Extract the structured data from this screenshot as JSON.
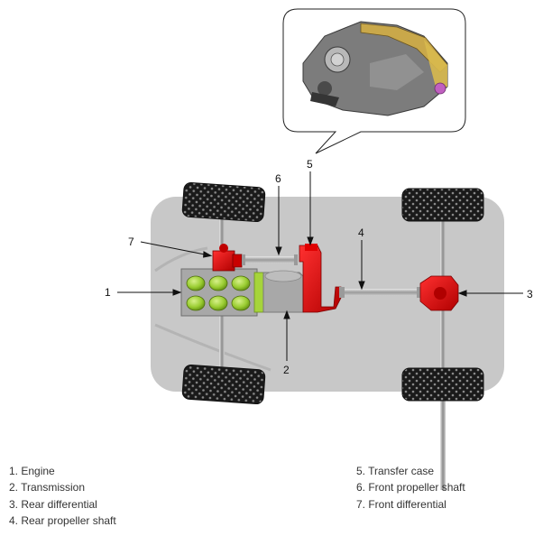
{
  "callouts": [
    "1",
    "2",
    "3",
    "4",
    "5",
    "6",
    "7"
  ],
  "legend_left": [
    "1. Engine",
    "2. Transmission",
    "3. Rear differential",
    "4. Rear propeller shaft"
  ],
  "legend_right": [
    "5. Transfer case",
    "6. Front propeller shaft",
    "7. Front differential"
  ],
  "colors": {
    "chassis": "#c8c8c8",
    "engine_block": "#a8a8a8",
    "cylinder_green": "#9acd32",
    "component_red": "#e00000",
    "tire": "#1a1a1a"
  }
}
